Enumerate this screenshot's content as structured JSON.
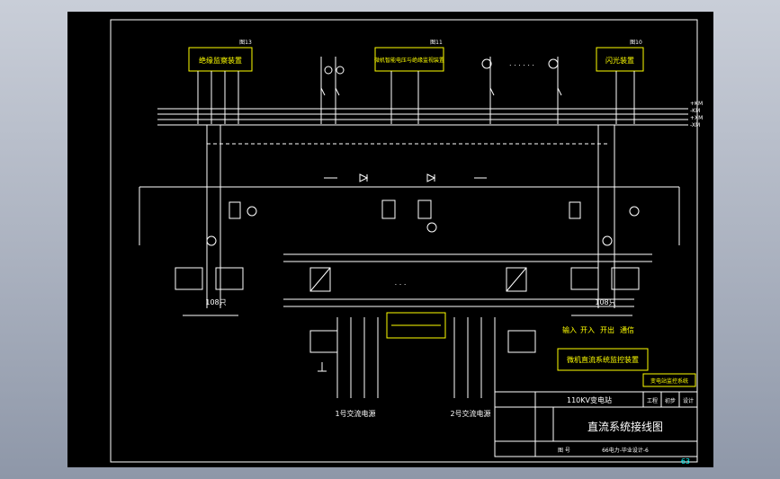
{
  "drawing": {
    "title": "直流系统接线图",
    "project": "110KV变电站",
    "sheet_no": "63",
    "col_labels": [
      "工程",
      "初步",
      "设计"
    ],
    "drawing_code": "66电力-毕业设计-6",
    "figure_label": "图  号"
  },
  "top_devices": {
    "d1": {
      "label": "绝缘监察装置",
      "ref": "图13"
    },
    "d2": {
      "label": "微机智能电压与绝缘监视装置",
      "ref": "图11"
    },
    "d3": {
      "label": "闪光装置",
      "ref": "图10"
    }
  },
  "chargers": {
    "ch1": "1号交流电源",
    "ch2": "2号交流电源"
  },
  "battery_labels": [
    "108只",
    "108只"
  ],
  "control_box": {
    "inputs": [
      "输入",
      "开入",
      "开出",
      "通信"
    ],
    "label": "微机直流系统监控装置",
    "sub_label": "变电站监控系统"
  },
  "bus_labels": [
    "+KM",
    "-KM",
    "+XM",
    "-XM"
  ],
  "dots": ". . . . . .",
  "ellipsis": ". . ."
}
